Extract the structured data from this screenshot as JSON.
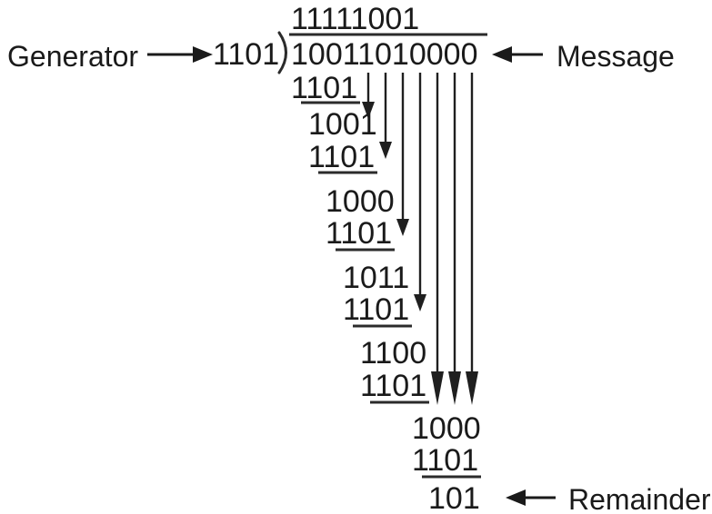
{
  "figure": {
    "title_semantics": "binary-long-division-crc",
    "colors": {
      "ink": "#1a1a1a",
      "rule": "#2b2b2b",
      "background": "#ffffff"
    },
    "labels": {
      "generator": "Generator",
      "message": "Message",
      "remainder": "Remainder"
    },
    "quotient": "11111001",
    "divisor": "1101",
    "dividend": "10011010000",
    "steps": [
      {
        "subtrahend": "1101",
        "partial": "1001"
      },
      {
        "subtrahend": "1101",
        "partial": "1000"
      },
      {
        "subtrahend": "1101",
        "partial": "1011"
      },
      {
        "subtrahend": "1101",
        "partial": "1100"
      },
      {
        "subtrahend": "1101",
        "partial": "1000"
      },
      {
        "subtrahend": "1101",
        "partial": "101"
      }
    ],
    "remainder_value": "101",
    "bit_drop_count": 7
  }
}
